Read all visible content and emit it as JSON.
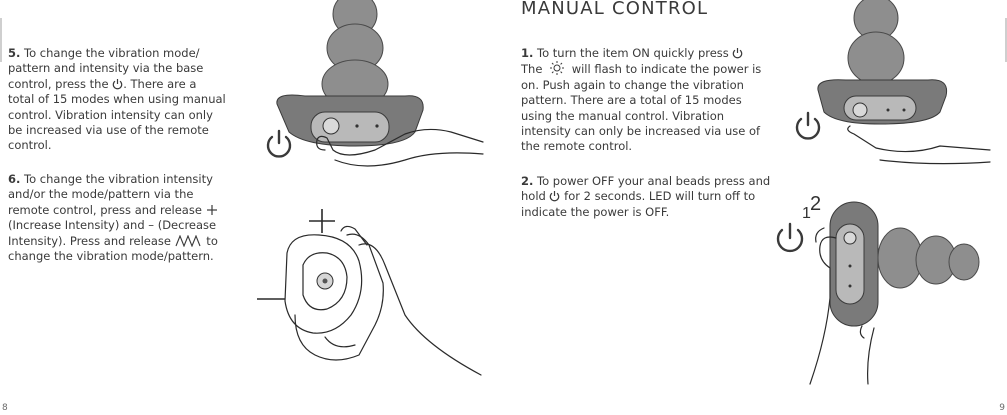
{
  "left_page": {
    "step5": {
      "num": "5.",
      "pre": " To change the vibration mode/ pattern and intensity via the base control, press the ",
      "post": ". There are a total of 15 modes when using manual control. Vibration intensity can only be increased via use of the remote control."
    },
    "step6": {
      "num": "6.",
      "pre": " To change the vibration intensity and/or the mode/pattern via the remote control, press and release ",
      "mid": " (Increase Intensity) and – (Decrease Intensity). Press and release ",
      "post": " to change the vibration mode/pattern."
    },
    "page_number": "8"
  },
  "right_page": {
    "title": "MANUAL CONTROL",
    "step1": {
      "num": "1.",
      "a": " To turn the item ON quickly press ",
      "b": "The ",
      "c": " will flash to indicate the power is on. Push again to change the vibration pattern. There are a total of 15 modes using the manual control. Vibration intensity can only be increased via use of the remote control."
    },
    "step2": {
      "num": "2.",
      "a": " To power OFF your anal beads press and hold ",
      "b": " for 2 seconds. LED will turn off to indicate the power is OFF."
    },
    "hold_marks": [
      "1",
      "2"
    ],
    "page_number": "9"
  },
  "icons": [
    "power-icon",
    "plus-icon",
    "minus-icon",
    "wave-icon",
    "led-sun-icon"
  ]
}
